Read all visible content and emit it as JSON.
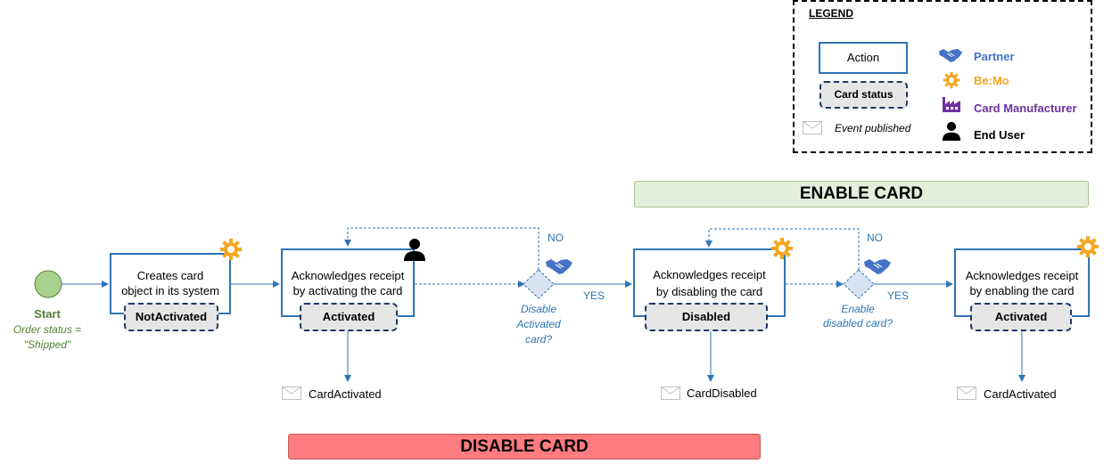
{
  "legend": {
    "title": "LEGEND",
    "action_label": "Action",
    "status_label": "Card status",
    "event_label": "Event published",
    "roles": [
      {
        "name": "Partner",
        "color": "#4472c4",
        "icon": "handshake-icon"
      },
      {
        "name": "Be:Mo",
        "color": "#f5a623",
        "icon": "gear-icon"
      },
      {
        "name": "Card Manufacturer",
        "color": "#7030a0",
        "icon": "factory-icon"
      },
      {
        "name": "End User",
        "color": "#000000",
        "icon": "person-icon"
      }
    ]
  },
  "start": {
    "label": "Start",
    "sub1": "Order status =",
    "sub2": "\"Shipped\""
  },
  "steps": [
    {
      "line1": "Creates card",
      "line2": "object in its system",
      "status": "NotActivated",
      "actor_icon": "gear-icon"
    },
    {
      "line1": "Acknowledges receipt",
      "line2": "by activating the card",
      "status": "Activated",
      "actor_icon": "person-icon",
      "event": "CardActivated"
    },
    {
      "line1": "Acknowledges receipt",
      "line2": "by disabling the card",
      "status": "Disabled",
      "actor_icon": "gear-icon",
      "event": "CardDisabled"
    },
    {
      "line1": "Acknowledges receipt",
      "line2": "by enabling the card",
      "status": "Activated",
      "actor_icon": "gear-icon",
      "event": "CardActivated"
    }
  ],
  "decisions": [
    {
      "line1": "Disable",
      "line2": "Activated",
      "line3": "card?",
      "no": "NO",
      "yes": "YES",
      "actor_icon": "handshake-icon"
    },
    {
      "line1": "Enable",
      "line2": "disabled card?",
      "no": "NO",
      "yes": "YES",
      "actor_icon": "handshake-icon"
    }
  ],
  "banners": {
    "enable": "ENABLE CARD",
    "disable": "DISABLE CARD"
  },
  "colors": {
    "action_border": "#2e75b6",
    "enable_bg": "#e2efda",
    "disable_bg": "#ff7c80",
    "start_fill": "#a9d18e"
  }
}
